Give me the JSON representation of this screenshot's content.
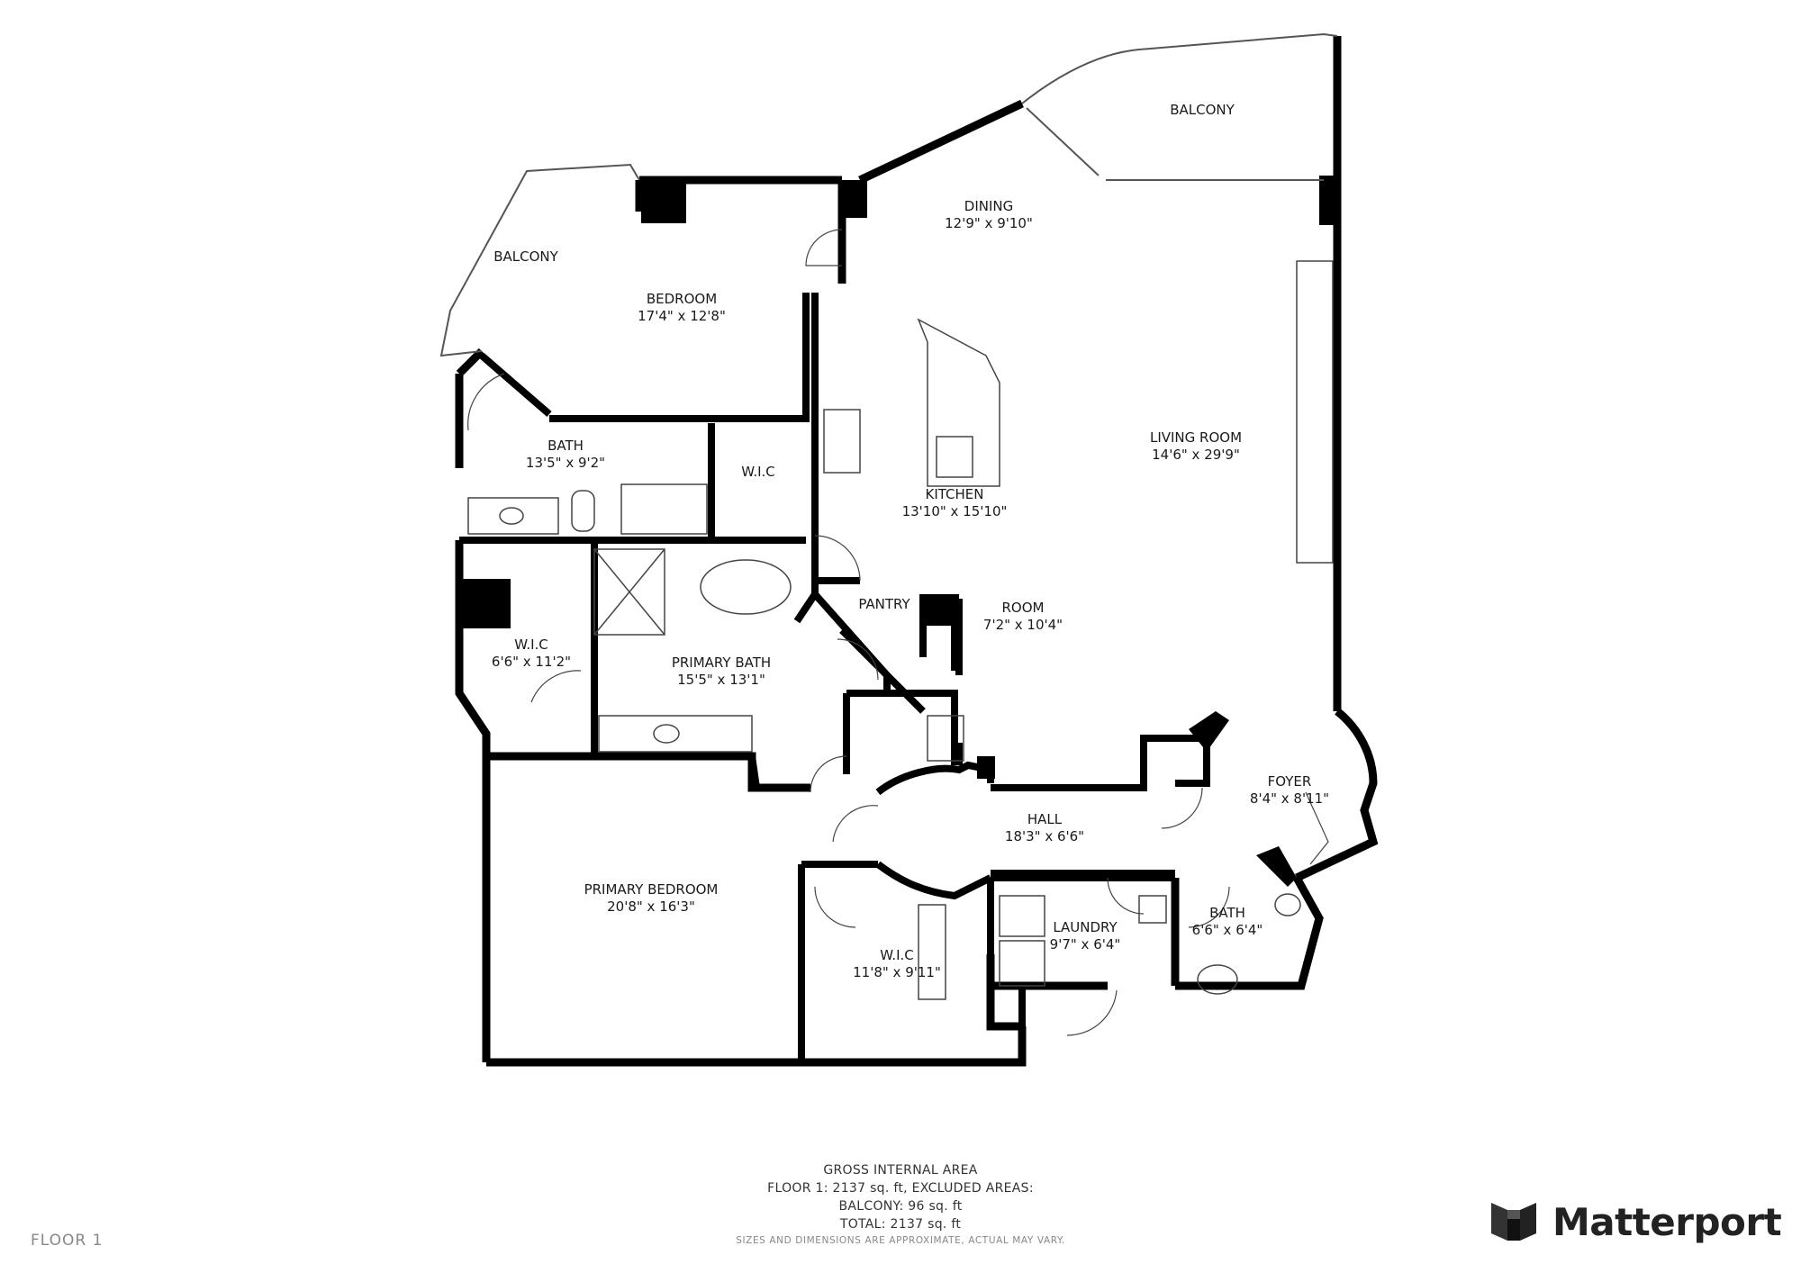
{
  "rooms": [
    {
      "name": "BALCONY",
      "dims": ""
    },
    {
      "name": "BALCONY",
      "dims": ""
    },
    {
      "name": "DINING",
      "dims": "12'9\" x 9'10\""
    },
    {
      "name": "BEDROOM",
      "dims": "17'4\" x 12'8\""
    },
    {
      "name": "LIVING ROOM",
      "dims": "14'6\" x 29'9\""
    },
    {
      "name": "BATH",
      "dims": "13'5\" x 9'2\""
    },
    {
      "name": "W.I.C",
      "dims": ""
    },
    {
      "name": "KITCHEN",
      "dims": "13'10\" x 15'10\""
    },
    {
      "name": "PANTRY",
      "dims": ""
    },
    {
      "name": "ROOM",
      "dims": "7'2\" x 10'4\""
    },
    {
      "name": "W.I.C",
      "dims": "6'6\" x 11'2\""
    },
    {
      "name": "PRIMARY BATH",
      "dims": "15'5\" x 13'1\""
    },
    {
      "name": "FOYER",
      "dims": "8'4\" x 8'11\""
    },
    {
      "name": "HALL",
      "dims": "18'3\" x 6'6\""
    },
    {
      "name": "PRIMARY BEDROOM",
      "dims": "20'8\" x 16'3\""
    },
    {
      "name": "W.I.C",
      "dims": "11'8\" x 9'11\""
    },
    {
      "name": "LAUNDRY",
      "dims": "9'7\" x 6'4\""
    },
    {
      "name": "BATH",
      "dims": "6'6\" x 6'4\""
    }
  ],
  "area_summary": {
    "heading": "GROSS INTERNAL AREA",
    "line1": "FLOOR 1: 2137 sq. ft, EXCLUDED AREAS:",
    "line2": "BALCONY: 96 sq. ft",
    "line3": "TOTAL: 2137 sq. ft",
    "disclaimer": "SIZES AND DIMENSIONS ARE APPROXIMATE, ACTUAL MAY VARY."
  },
  "floor_label": "FLOOR 1",
  "brand": {
    "name": "Matterport",
    "icon": "matterport-logo-icon"
  },
  "colors": {
    "wall": "#000000",
    "fixture": "#444444",
    "label": "#1a1a1a",
    "muted": "#888888"
  }
}
